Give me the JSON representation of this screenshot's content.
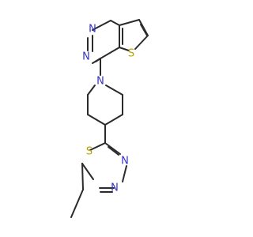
{
  "molecule": {
    "atoms": {
      "n1": {
        "symbol": "N",
        "color": "#3333cc"
      },
      "n2": {
        "symbol": "N",
        "color": "#3333cc"
      },
      "s_thiophene": {
        "symbol": "S",
        "color": "#b8a000"
      },
      "n_piperidine": {
        "symbol": "N",
        "color": "#3333cc"
      },
      "s_thiadiazole": {
        "symbol": "S",
        "color": "#b8a000"
      },
      "n_thiadiazole_a": {
        "symbol": "N",
        "color": "#3333cc"
      },
      "n_thiadiazole_b": {
        "symbol": "N",
        "color": "#3333cc"
      }
    },
    "bond_color": "#2b2b2b"
  }
}
